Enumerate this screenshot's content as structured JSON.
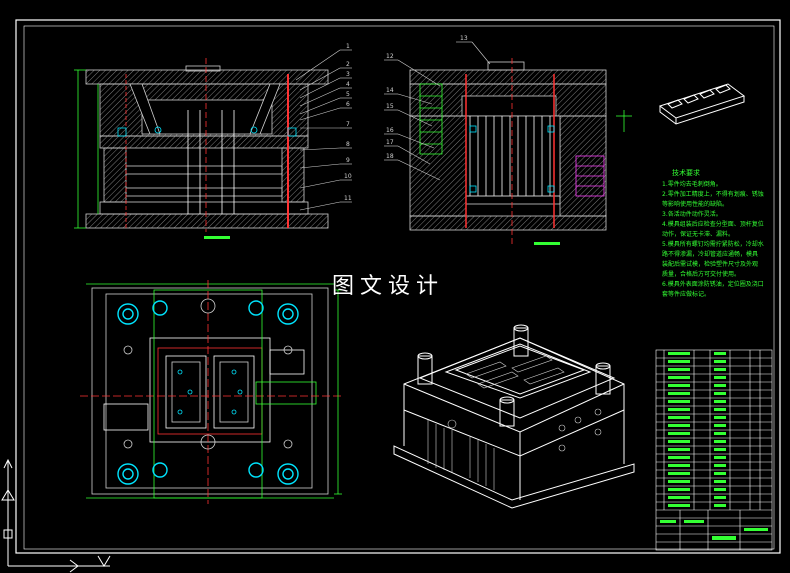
{
  "watermark": "图文设计",
  "tech_notes": {
    "title": "技术要求",
    "lines": [
      "1.零件均去毛刺倒角。",
      "2.零件加工精度上，不得有划痕、锈蚀",
      "  等影响使用性能的缺陷。",
      "3.各活动件动作灵活。",
      "4.模具组装后应检查分型面、顶杆复位",
      "  动作，保证无卡滞、漏料。",
      "5.模具所有螺钉均需拧紧防松，冷却水",
      "  路不得渗漏，冷却管道应通畅，模具",
      "  装配后需试模，检验塑件尺寸及外观",
      "  质量，合格后方可交付使用。",
      "6.模具外表面涂防锈油，定位圈及浇口",
      "  套等件应做标记。"
    ]
  },
  "part_labels_right": [
    "1",
    "2",
    "3",
    "4",
    "5",
    "6",
    "7",
    "8",
    "9",
    "10",
    "11"
  ],
  "part_labels_left": [
    "12",
    "13",
    "14",
    "15",
    "16",
    "17",
    "18"
  ],
  "colors": {
    "background": "#000000",
    "frame": "#ffffff",
    "geometry": "#d0d0d0",
    "hatch": "#9a9a9a",
    "centerline": "#ff3333",
    "dimension": "#33ff33",
    "cyan": "#00e5ff",
    "magenta": "#ff44ff",
    "yellow": "#ffff00"
  },
  "ucs_icon": "ucs-axis-icon"
}
